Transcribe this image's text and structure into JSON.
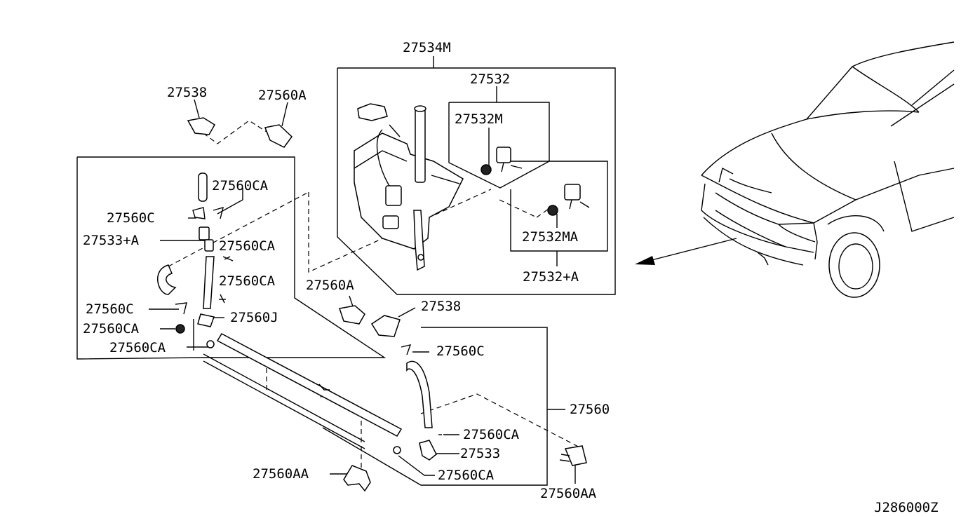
{
  "diagram_code": "J286000Z",
  "labels": {
    "p27534M": "27534M",
    "p27532": "27532",
    "p27532M": "27532M",
    "p27532MA": "27532MA",
    "p27532A": "27532+A",
    "p27538_top": "27538",
    "p27560A_top": "27560A",
    "p27560CA_1": "27560CA",
    "p27560C_1": "27560C",
    "p27533A": "27533+A",
    "p27560CA_2": "27560CA",
    "p27560CA_3": "27560CA",
    "p27560C_2": "27560C",
    "p27560CA_4": "27560CA",
    "p27560J": "27560J",
    "p27560CA_5": "27560CA",
    "p27560A_mid": "27560A",
    "p27538_mid": "27538",
    "p27560C_3": "27560C",
    "p27560": "27560",
    "p27560CA_6": "27560CA",
    "p27533": "27533",
    "p27560CA_7": "27560CA",
    "p27560AA_1": "27560AA",
    "p27560AA_2": "27560AA"
  }
}
